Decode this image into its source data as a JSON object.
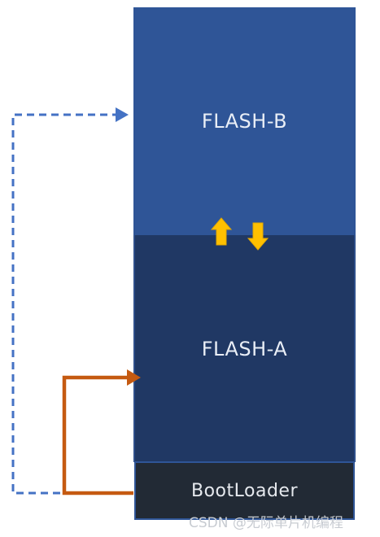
{
  "blocks": {
    "flash_b": "FLASH-B",
    "flash_a": "FLASH-A",
    "bootloader": "BootLoader"
  },
  "watermark": "CSDN @无际单片机编程",
  "colors": {
    "flash_b": "#2f5597",
    "flash_a": "#203864",
    "bootloader": "#222a35",
    "dashed_arrow": "#4472c4",
    "solid_arrow": "#c55a11",
    "swap_arrows": "#ffc000"
  },
  "icons": [
    "swap-up-arrow-icon",
    "swap-down-arrow-icon"
  ]
}
